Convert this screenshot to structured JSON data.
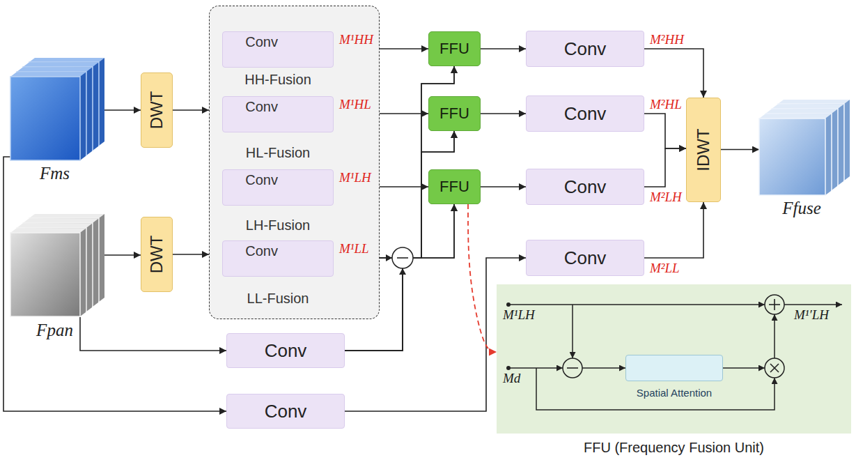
{
  "diagram": {
    "nodes": [
      {
        "text": [
          "Fms"
        ]
      },
      {
        "text": [
          "Fpan"
        ]
      },
      {
        "text": [
          "DWT"
        ]
      },
      {
        "text": [
          "DWT"
        ]
      },
      {
        "text": [
          "HH-Fusion",
          "HL-Fusion",
          "LH-Fusion",
          "LL-Fusion"
        ]
      },
      {
        "text": [
          "Conv"
        ],
        "in": 4
      },
      {
        "text": [
          "Conv"
        ],
        "in": 4
      },
      {
        "text": [
          "Conv"
        ],
        "in": 4
      },
      {
        "text": [
          "Conv"
        ],
        "in": 4
      },
      {
        "text": [
          "FFU"
        ]
      },
      {
        "text": [
          "FFU"
        ]
      },
      {
        "text": [
          "FFU"
        ]
      },
      {
        "text": [
          "Conv"
        ]
      },
      {
        "text": [
          "Conv"
        ]
      },
      {
        "text": [
          "Conv"
        ]
      },
      {
        "text": [
          "Conv"
        ]
      },
      {
        "text": [
          "Conv"
        ]
      },
      {
        "text": [
          "Conv"
        ]
      },
      {
        "text": [
          "IDWT"
        ]
      },
      {
        "text": [
          "Ffuse"
        ]
      },
      {
        "text": [
          "FFU (Frequency Fusion Unit)"
        ]
      },
      {
        "text": [
          "Spatial Attention"
        ],
        "in": 20
      }
    ],
    "edges": [
      {
        "from": 0,
        "to": 2,
        "arrow": "to"
      },
      {
        "from": 1,
        "to": 3,
        "arrow": "to"
      },
      {
        "from": 2,
        "to": 4,
        "arrow": "to"
      },
      {
        "from": 3,
        "to": 4,
        "arrow": "to"
      },
      {
        "from": 5,
        "to": 9,
        "arrow": "to",
        "label": "M¹HH"
      },
      {
        "from": 6,
        "to": 10,
        "arrow": "to",
        "label": "M¹HL"
      },
      {
        "from": 7,
        "to": 11,
        "arrow": "to",
        "label": "M¹LH"
      },
      {
        "from": 8,
        "to": 9,
        "arrow": "to",
        "label": "M¹LL"
      },
      {
        "from": 8,
        "to": 10,
        "arrow": "to"
      },
      {
        "from": 8,
        "to": 11,
        "arrow": "to"
      },
      {
        "from": 16,
        "to": 9,
        "arrow": "to"
      },
      {
        "from": 16,
        "to": 10,
        "arrow": "to"
      },
      {
        "from": 16,
        "to": 11,
        "arrow": "to"
      },
      {
        "from": 9,
        "to": 12,
        "arrow": "to"
      },
      {
        "from": 10,
        "to": 13,
        "arrow": "to"
      },
      {
        "from": 11,
        "to": 14,
        "arrow": "to"
      },
      {
        "from": 12,
        "to": 18,
        "arrow": "to",
        "label": "M²HH"
      },
      {
        "from": 13,
        "to": 18,
        "arrow": "to",
        "label": "M²HL"
      },
      {
        "from": 14,
        "to": 18,
        "arrow": "to",
        "label": "M²LH"
      },
      {
        "from": 15,
        "to": 18,
        "arrow": "to",
        "label": "M²LL"
      },
      {
        "from": 0,
        "to": 17,
        "arrow": "to"
      },
      {
        "from": 17,
        "to": 15,
        "arrow": "to"
      },
      {
        "from": 1,
        "to": 16,
        "arrow": "to"
      },
      {
        "from": 18,
        "to": 19,
        "arrow": "to"
      },
      {
        "from": 11,
        "to": 20,
        "arrow": "to"
      }
    ],
    "labels": [
      "M¹LH",
      "Md",
      "M¹′LH"
    ]
  }
}
